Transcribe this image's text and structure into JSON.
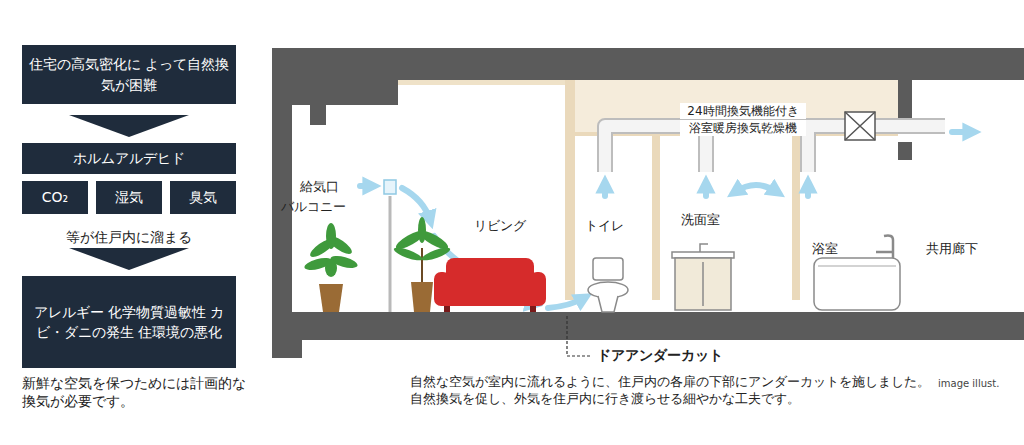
{
  "diagram": {
    "nodes": [
      {
        "text": [
          "住宅の高気密化に よって自然換気が困難"
        ]
      },
      {
        "text": [
          "ホルムアルデヒド"
        ]
      },
      {
        "text": [
          "CO₂"
        ]
      },
      {
        "text": [
          "湿気"
        ]
      },
      {
        "text": [
          "臭気"
        ]
      },
      {
        "text": [
          "アレルギー 化学物質過敏性 カビ・ダニの発生 住環境の悪化"
        ]
      }
    ],
    "edges": [
      {
        "from": 0,
        "to": 1,
        "arrow": "to"
      },
      {
        "from": 3,
        "to": 5,
        "arrow": "to"
      }
    ],
    "labels": [
      "等が住戸内に溜まる",
      "新鮮な空気を保つためには計画的な換気が必要です。",
      "給気口",
      "バルコニー",
      "リビング",
      "トイレ",
      "洗面室",
      "浴室",
      "共用廊下",
      "24時間換気機能付き",
      "浴室暖房換気乾燥機",
      "ドアアンダーカット",
      "image illust."
    ],
    "caption": "自然な空気が室内に流れるように、住戸内の各扉の下部にアンダーカットを施しました。自然換気を促し、外気を住戸内に行き渡らせる細やかな工夫です。"
  }
}
